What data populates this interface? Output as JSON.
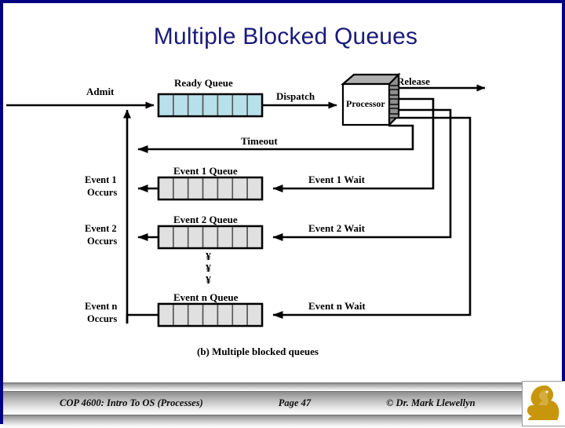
{
  "slide": {
    "title": "Multiple Blocked Queues",
    "title_color": "#1a1a7a",
    "border_color": "#000080",
    "background": "#ffffff"
  },
  "diagram": {
    "caption": "(b) Multiple blocked queues",
    "vertical_ellipsis": "¥",
    "processor": {
      "label": "Processor",
      "face_color": "#ffffff",
      "top_color": "#b0b0b0",
      "side_color": "#8f8f8f"
    },
    "ready_queue": {
      "label": "Ready Queue",
      "cells": 7,
      "cell_color": "#b8e0ea"
    },
    "event_queues": [
      {
        "label": "Event 1 Queue",
        "cells": 7,
        "cell_color": "#e0e0e0"
      },
      {
        "label": "Event 2 Queue",
        "cells": 7,
        "cell_color": "#e0e0e0"
      },
      {
        "label": "Event n Queue",
        "cells": 7,
        "cell_color": "#e0e0e0"
      }
    ],
    "flow_labels": {
      "admit": "Admit",
      "dispatch": "Dispatch",
      "release": "Release",
      "timeout": "Timeout",
      "event1_wait": "Event 1 Wait",
      "event2_wait": "Event 2 Wait",
      "eventn_wait": "Event n Wait"
    },
    "occurs_labels": [
      {
        "line1": "Event 1",
        "line2": "Occurs"
      },
      {
        "line1": "Event 2",
        "line2": "Occurs"
      },
      {
        "line1": "Event n",
        "line2": "Occurs"
      }
    ]
  },
  "footer": {
    "course": "COP 4600: Intro To OS  (Processes)",
    "page": "Page 47",
    "author": "© Dr. Mark Llewellyn",
    "logo_color": "#c8960c"
  }
}
